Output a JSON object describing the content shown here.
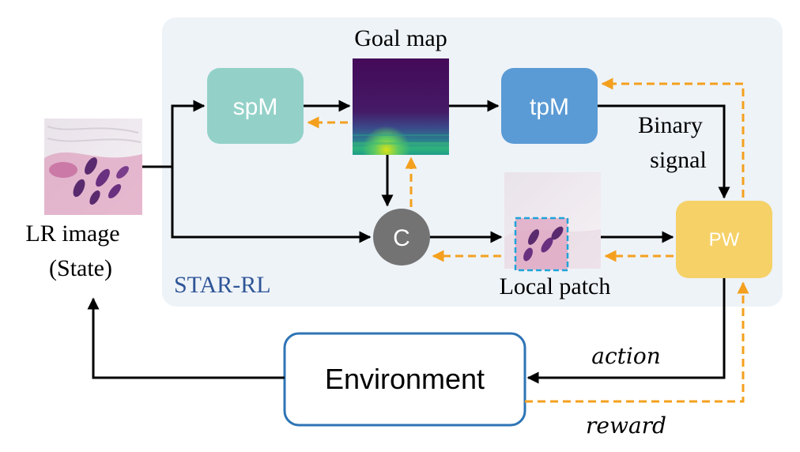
{
  "labels": {
    "goal_map": "Goal map",
    "lr_image_line1": "LR image",
    "lr_image_line2": "(State)",
    "star_rl": "STAR-RL",
    "local_patch": "Local patch",
    "binary_line1": "Binary",
    "binary_line2": "signal",
    "action": "action",
    "reward": "reward"
  },
  "nodes": {
    "spm": "spM",
    "tpm": "tpM",
    "c": "C",
    "pw": "PW",
    "environment": "Environment"
  },
  "colors": {
    "panel_bg": "#eef3f8",
    "spm": "#93d1c8",
    "tpm": "#5b9bd5",
    "c": "#737373",
    "pw": "#f5d167",
    "environment_border": "#2e74b5",
    "feedback_arrow": "#f4a01e",
    "forward_arrow": "#000000",
    "star_rl_text": "#2f5597",
    "patch_box": "#1fa3d8"
  }
}
